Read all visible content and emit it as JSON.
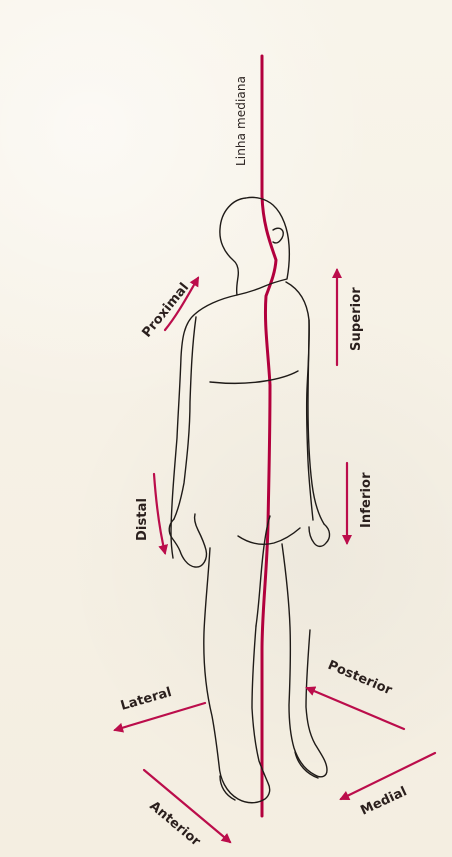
{
  "labels": {
    "midline": "Linha mediana",
    "proximal": "Proximal",
    "superior": "Superior",
    "distal": "Distal",
    "inferior": "Inferior",
    "lateral": "Lateral",
    "posterior": "Posterior",
    "anterior": "Anterior",
    "medial": "Medial"
  },
  "colors": {
    "accent": "#bb0d4b",
    "outline": "#1f1b18",
    "paper": "#f7f2e6"
  }
}
